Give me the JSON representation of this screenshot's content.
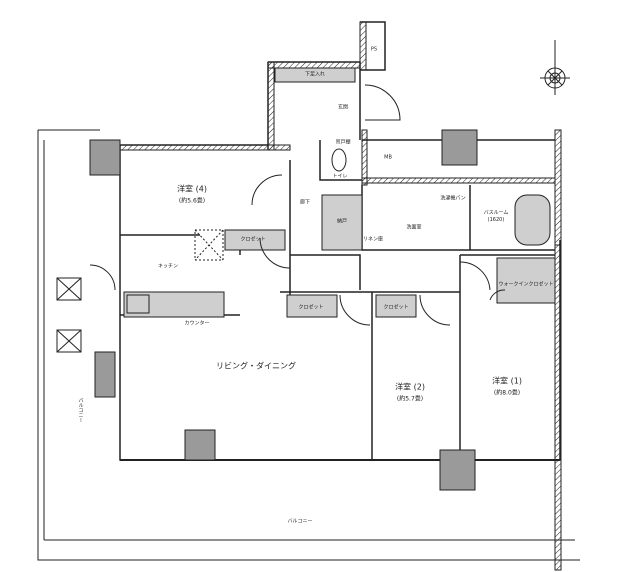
{
  "rooms": {
    "western4": {
      "name": "洋室 (4)",
      "size": "(約5.6畳)"
    },
    "western2": {
      "name": "洋室 (2)",
      "size": "(約5.7畳)"
    },
    "western1": {
      "name": "洋室 (1)",
      "size": "(約8.0畳)"
    },
    "living": "リビング・ダイニング",
    "kitchen": "キッチン",
    "counter": "カウンター",
    "entrance": "玄関",
    "shoebox": "下足入れ",
    "ps": "PS",
    "mb": "MB",
    "toilet": "トイレ",
    "toilet_shelf": "吊戸棚",
    "hallway": "廊下",
    "storage": "納戸",
    "washroom": "洗面室",
    "washer_pan": "洗濯機パン",
    "linen": "リネン庫",
    "bathroom": {
      "name": "バスルーム",
      "size": "(1620)"
    },
    "wic": "ウォークインクロゼット",
    "closet": "クロゼット",
    "balcony": "バルコニー"
  },
  "colors": {
    "wall": "#222222",
    "pillar": "#9a9a9a",
    "fixture": "#cfcfcf"
  }
}
